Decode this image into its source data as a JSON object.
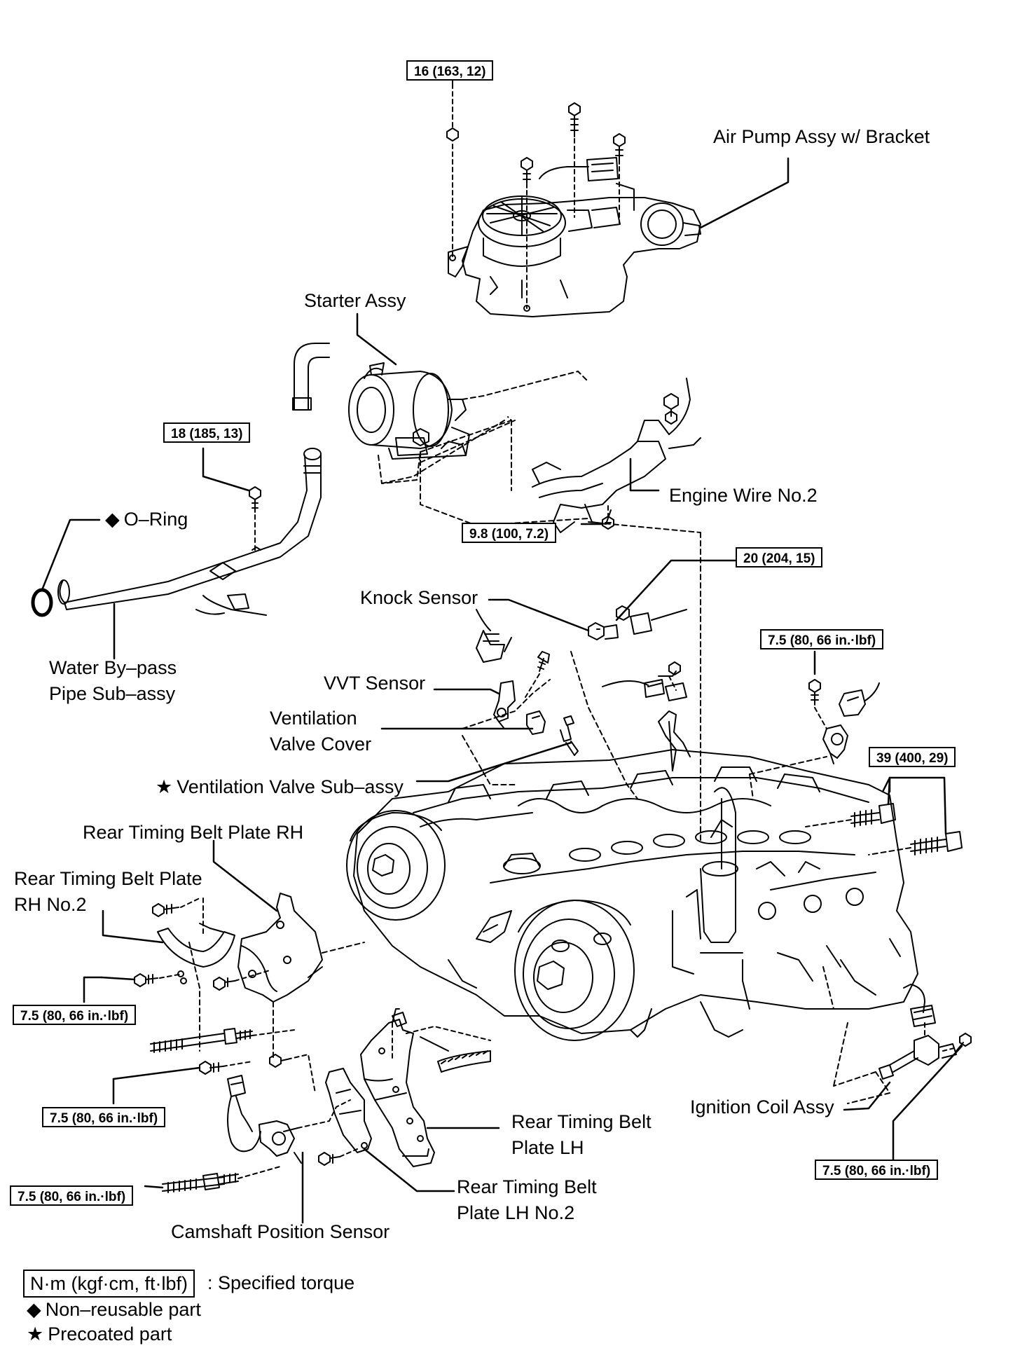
{
  "labels": {
    "air_pump": "Air Pump Assy w/ Bracket",
    "starter": "Starter Assy",
    "engine_wire": "Engine Wire No.2",
    "o_ring": "O–Ring",
    "water_pipe_1": "Water By–pass",
    "water_pipe_2": "Pipe Sub–assy",
    "knock_sensor": "Knock Sensor",
    "vvt_sensor": "VVT Sensor",
    "vent_cover_1": "Ventilation",
    "vent_cover_2": "Valve Cover",
    "vent_valve": "Ventilation Valve Sub–assy",
    "rear_rh": "Rear Timing Belt Plate RH",
    "rear_rh2_1": "Rear Timing Belt Plate",
    "rear_rh2_2": "RH No.2",
    "rear_lh_1": "Rear Timing Belt",
    "rear_lh_2": "Plate LH",
    "rear_lh2_1": "Rear Timing Belt",
    "rear_lh2_2": "Plate LH No.2",
    "ignition_coil": "Ignition Coil Assy",
    "cam_sensor": "Camshaft Position Sensor"
  },
  "torques": {
    "t_air_pump": "16 (163, 12)",
    "t_water_pipe": "18 (185, 13)",
    "t_engine_wire": "9.8 (100, 7.2)",
    "t_knock": "20 (204, 15)",
    "t_right_sensor": "7.5 (80, 66 in.·lbf)",
    "t_right_bolts": "39 (400, 29)",
    "t_rear_rh": "7.5 (80, 66 in.·lbf)",
    "t_lower_left_1": "7.5 (80, 66 in.·lbf)",
    "t_lower_left_2": "7.5 (80, 66 in.·lbf)",
    "t_ignition": "7.5 (80, 66 in.·lbf)"
  },
  "symbols": {
    "diamond": "◆",
    "star": "★"
  },
  "legend": {
    "unit_box": "N·m (kgf·cm, ft·lbf)",
    "unit_text": ": Specified torque",
    "non_reusable": "Non–reusable part",
    "precoated": "Precoated part"
  }
}
